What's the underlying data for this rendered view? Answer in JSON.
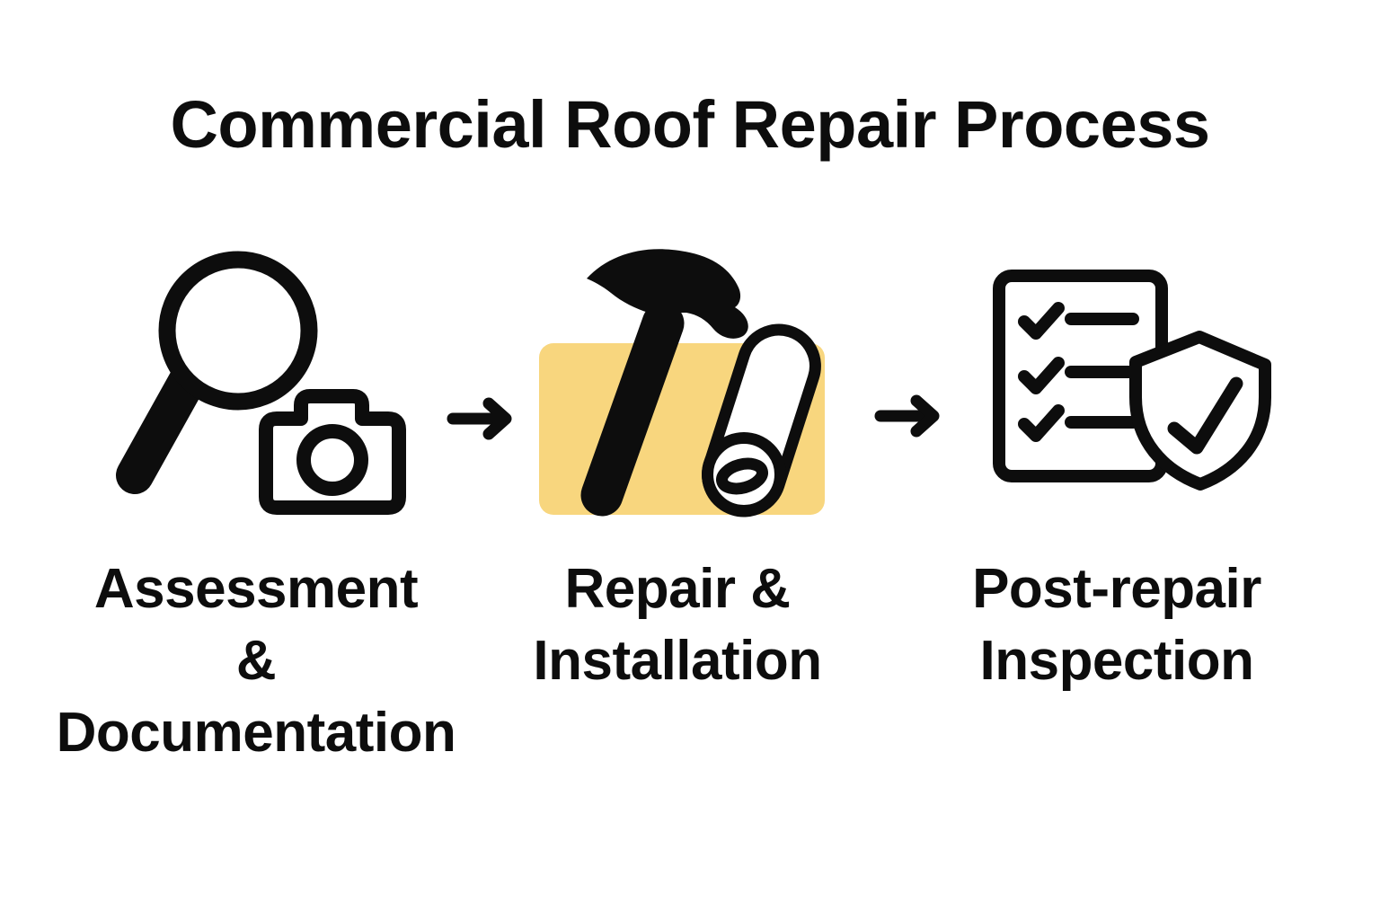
{
  "title": "Commercial Roof Repair Process",
  "colors": {
    "background": "#ffffff",
    "ink": "#0d0d0d",
    "highlight": "#f8d67e"
  },
  "steps": [
    {
      "id": 1,
      "label": "Assessment\n&\nDocumentation",
      "icons": [
        "magnifying-glass-icon",
        "camera-icon"
      ],
      "highlighted": false
    },
    {
      "id": 2,
      "label": "Repair &\nInstallation",
      "icons": [
        "hammer-icon",
        "roofing-roll-icon"
      ],
      "highlighted": true
    },
    {
      "id": 3,
      "label": "Post-repair\nInspection",
      "icons": [
        "checklist-icon",
        "shield-check-icon"
      ],
      "highlighted": false
    }
  ],
  "connectors": [
    {
      "icon": "arrow-right-icon"
    },
    {
      "icon": "arrow-right-icon"
    }
  ]
}
